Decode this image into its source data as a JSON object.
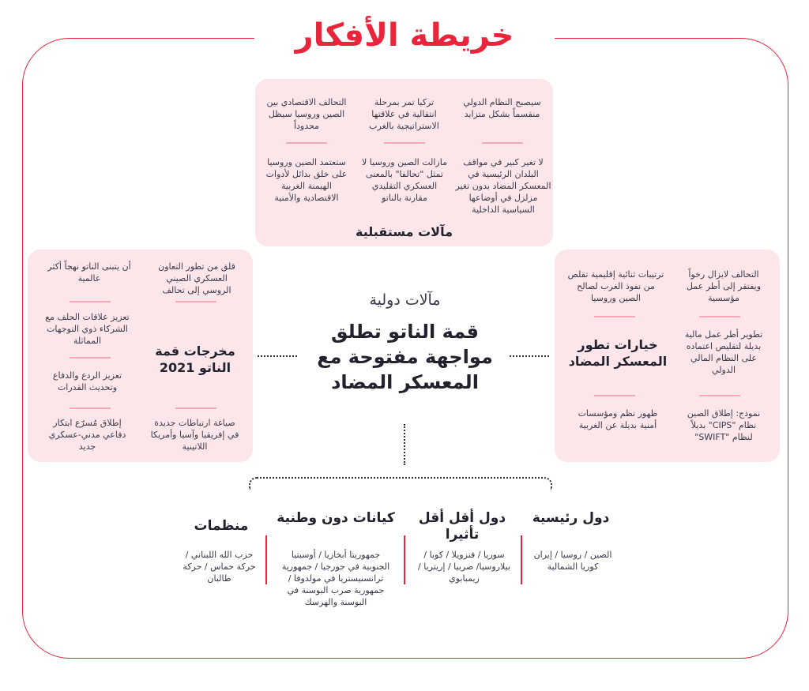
{
  "title": "خريطة الأفكار",
  "future": {
    "heading": "مآلات مستقبلية",
    "items": [
      "سيصبح النظام الدولي منقسماً بشكل متزايد",
      "تركيا تمر بمرحلة انتقالية في علاقتها الاستراتيجية بالغرب",
      "التحالف الاقتصادي بين الصين وروسيا سيظل محدوداً",
      "لا تغير كبير في مواقف البلدان الرئيسية في المعسكر المضاد بدون تغير مزلزل في أوضاعها السياسية الداخلية",
      "مازالت الصين وروسيا لا تمثل \"تحالفا\" بالمعنى العسكري التقليدي مقارنة بالناتو",
      "ستعتمد الصين وروسيا على خلق بدائل لأدوات الهيمنة الغربية الاقتصادية والأمنية"
    ]
  },
  "nato": {
    "heading": "مخرجات قمة الناتو 2021",
    "items": [
      "قلق من تطور التعاون العسكري الصيني الروسي إلى تحالف",
      "أن يتبنى الناتو نهجاً أكثر عالمية",
      "تعزيز علاقات الحلف مع الشركاء ذوي التوجهات المماثلة",
      "تعزيز الردع والدفاع وتحديث القدرات",
      "صياغة ارتباطات جديدة في إفريقيا وآسيا وأمريكا اللاتينية",
      "إطلاق مُسرّع ابتكار دفاعي مدني-عسكري جديد"
    ]
  },
  "counter": {
    "heading": "خيارات تطور المعسكر المضاد",
    "items": [
      "التحالف لايزال رخواً ويفتقر إلى أطر عمل مؤسسية",
      "ترتيبات ثنائية إقليمية تقلص من نفوذ الغرب لصالح الصين وروسيا",
      "تطوير أطر عمل مالية بديلة لتقليص اعتماده على النظام المالي الدولي",
      "نموذج: إطلاق الصين نظام \"CIPS\" بديلاً لنظام \"SWIFT\"",
      "ظهور نظم ومؤسسات أمنية بديلة عن الغربية"
    ]
  },
  "center": {
    "subtitle": "مآلات دولية",
    "headline": "قمة الناتو تطلق مواجهة مفتوحة مع المعسكر المضاد"
  },
  "groups": [
    {
      "title": "دول رئيسية",
      "text": "الصين / روسيا / إيران كوريا الشمالية"
    },
    {
      "title": "دول أقل أقل تأثيرا",
      "text": "سوريا / فنزويلا / كوبا / بيلاروسيا/ صربيا / إريتريا / زيمبابوي"
    },
    {
      "title": "كيانات دون وطنية",
      "text": "جمهوريتا أبخازيا / أوسيتيا الجنوبية في جورجيا / جمهورية ترانسنيستريا في مولدوفا / جمهورية صرب البوسنة في البوسنة والهرسك"
    },
    {
      "title": "منظمات",
      "text": "حزب الله اللبناني / حركة حماس / حركة طالبان"
    }
  ],
  "colors": {
    "accent": "#e8253a",
    "panel": "#fde6ea"
  }
}
